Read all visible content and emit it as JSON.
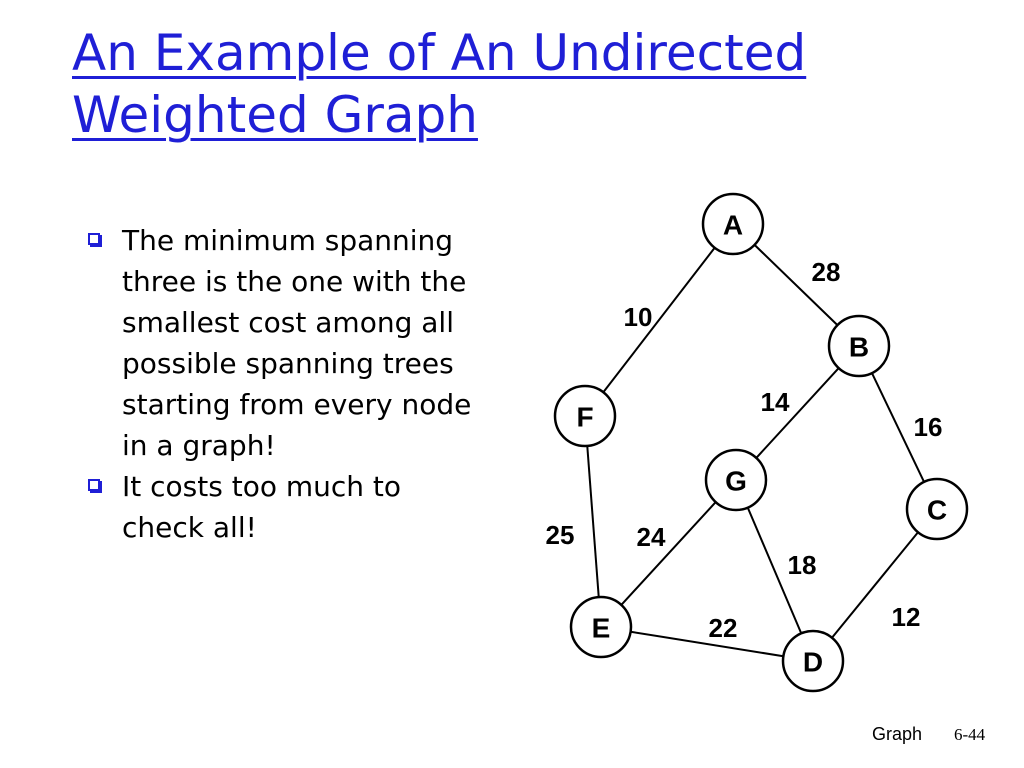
{
  "slide": {
    "title_line1": "An Example of An Undirected",
    "title_line2": "Weighted Graph",
    "bullets": [
      "The minimum spanning three is the one with the smallest cost among all possible spanning trees starting from every node in a graph!",
      "It costs too much to check all!"
    ],
    "footer_label": "Graph",
    "footer_page": "6-44"
  },
  "graph": {
    "nodes": [
      "A",
      "B",
      "C",
      "D",
      "E",
      "F",
      "G"
    ],
    "edges": [
      {
        "from": "A",
        "to": "F",
        "weight": "10"
      },
      {
        "from": "A",
        "to": "B",
        "weight": "28"
      },
      {
        "from": "B",
        "to": "G",
        "weight": "14"
      },
      {
        "from": "B",
        "to": "C",
        "weight": "16"
      },
      {
        "from": "F",
        "to": "E",
        "weight": "25"
      },
      {
        "from": "G",
        "to": "E",
        "weight": "24"
      },
      {
        "from": "G",
        "to": "D",
        "weight": "18"
      },
      {
        "from": "E",
        "to": "D",
        "weight": "22"
      },
      {
        "from": "C",
        "to": "D",
        "weight": "12"
      }
    ]
  },
  "colors": {
    "title": "#1f1fd6",
    "bullet_icon": "#1f1fd6",
    "graph_stroke": "#000000",
    "node_fill": "#ffffff"
  }
}
